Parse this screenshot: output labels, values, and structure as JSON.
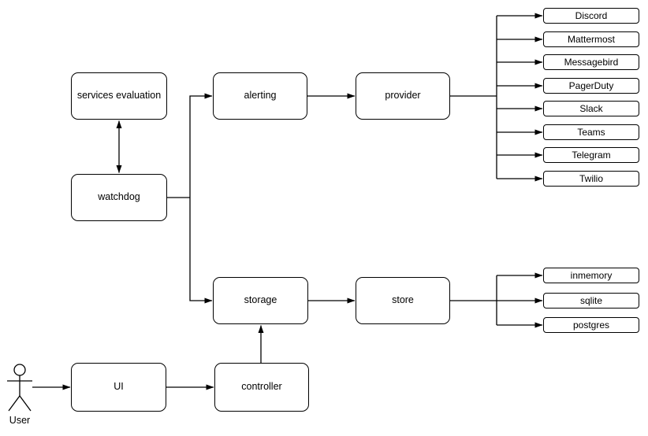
{
  "colors": {
    "line": "#000000",
    "node_border": "#000000",
    "node_fill": "#ffffff",
    "background": "#ffffff",
    "text": "#000000"
  },
  "actor": {
    "label": "User"
  },
  "nodes": {
    "services_evaluation": {
      "label": "services evaluation"
    },
    "watchdog": {
      "label": "watchdog"
    },
    "alerting": {
      "label": "alerting"
    },
    "provider": {
      "label": "provider"
    },
    "storage": {
      "label": "storage"
    },
    "store": {
      "label": "store"
    },
    "ui": {
      "label": "UI"
    },
    "controller": {
      "label": "controller"
    }
  },
  "provider_channels": [
    {
      "label": "Discord"
    },
    {
      "label": "Mattermost"
    },
    {
      "label": "Messagebird"
    },
    {
      "label": "PagerDuty"
    },
    {
      "label": "Slack"
    },
    {
      "label": "Teams"
    },
    {
      "label": "Telegram"
    },
    {
      "label": "Twilio"
    }
  ],
  "store_backends": [
    {
      "label": "inmemory"
    },
    {
      "label": "sqlite"
    },
    {
      "label": "postgres"
    }
  ]
}
